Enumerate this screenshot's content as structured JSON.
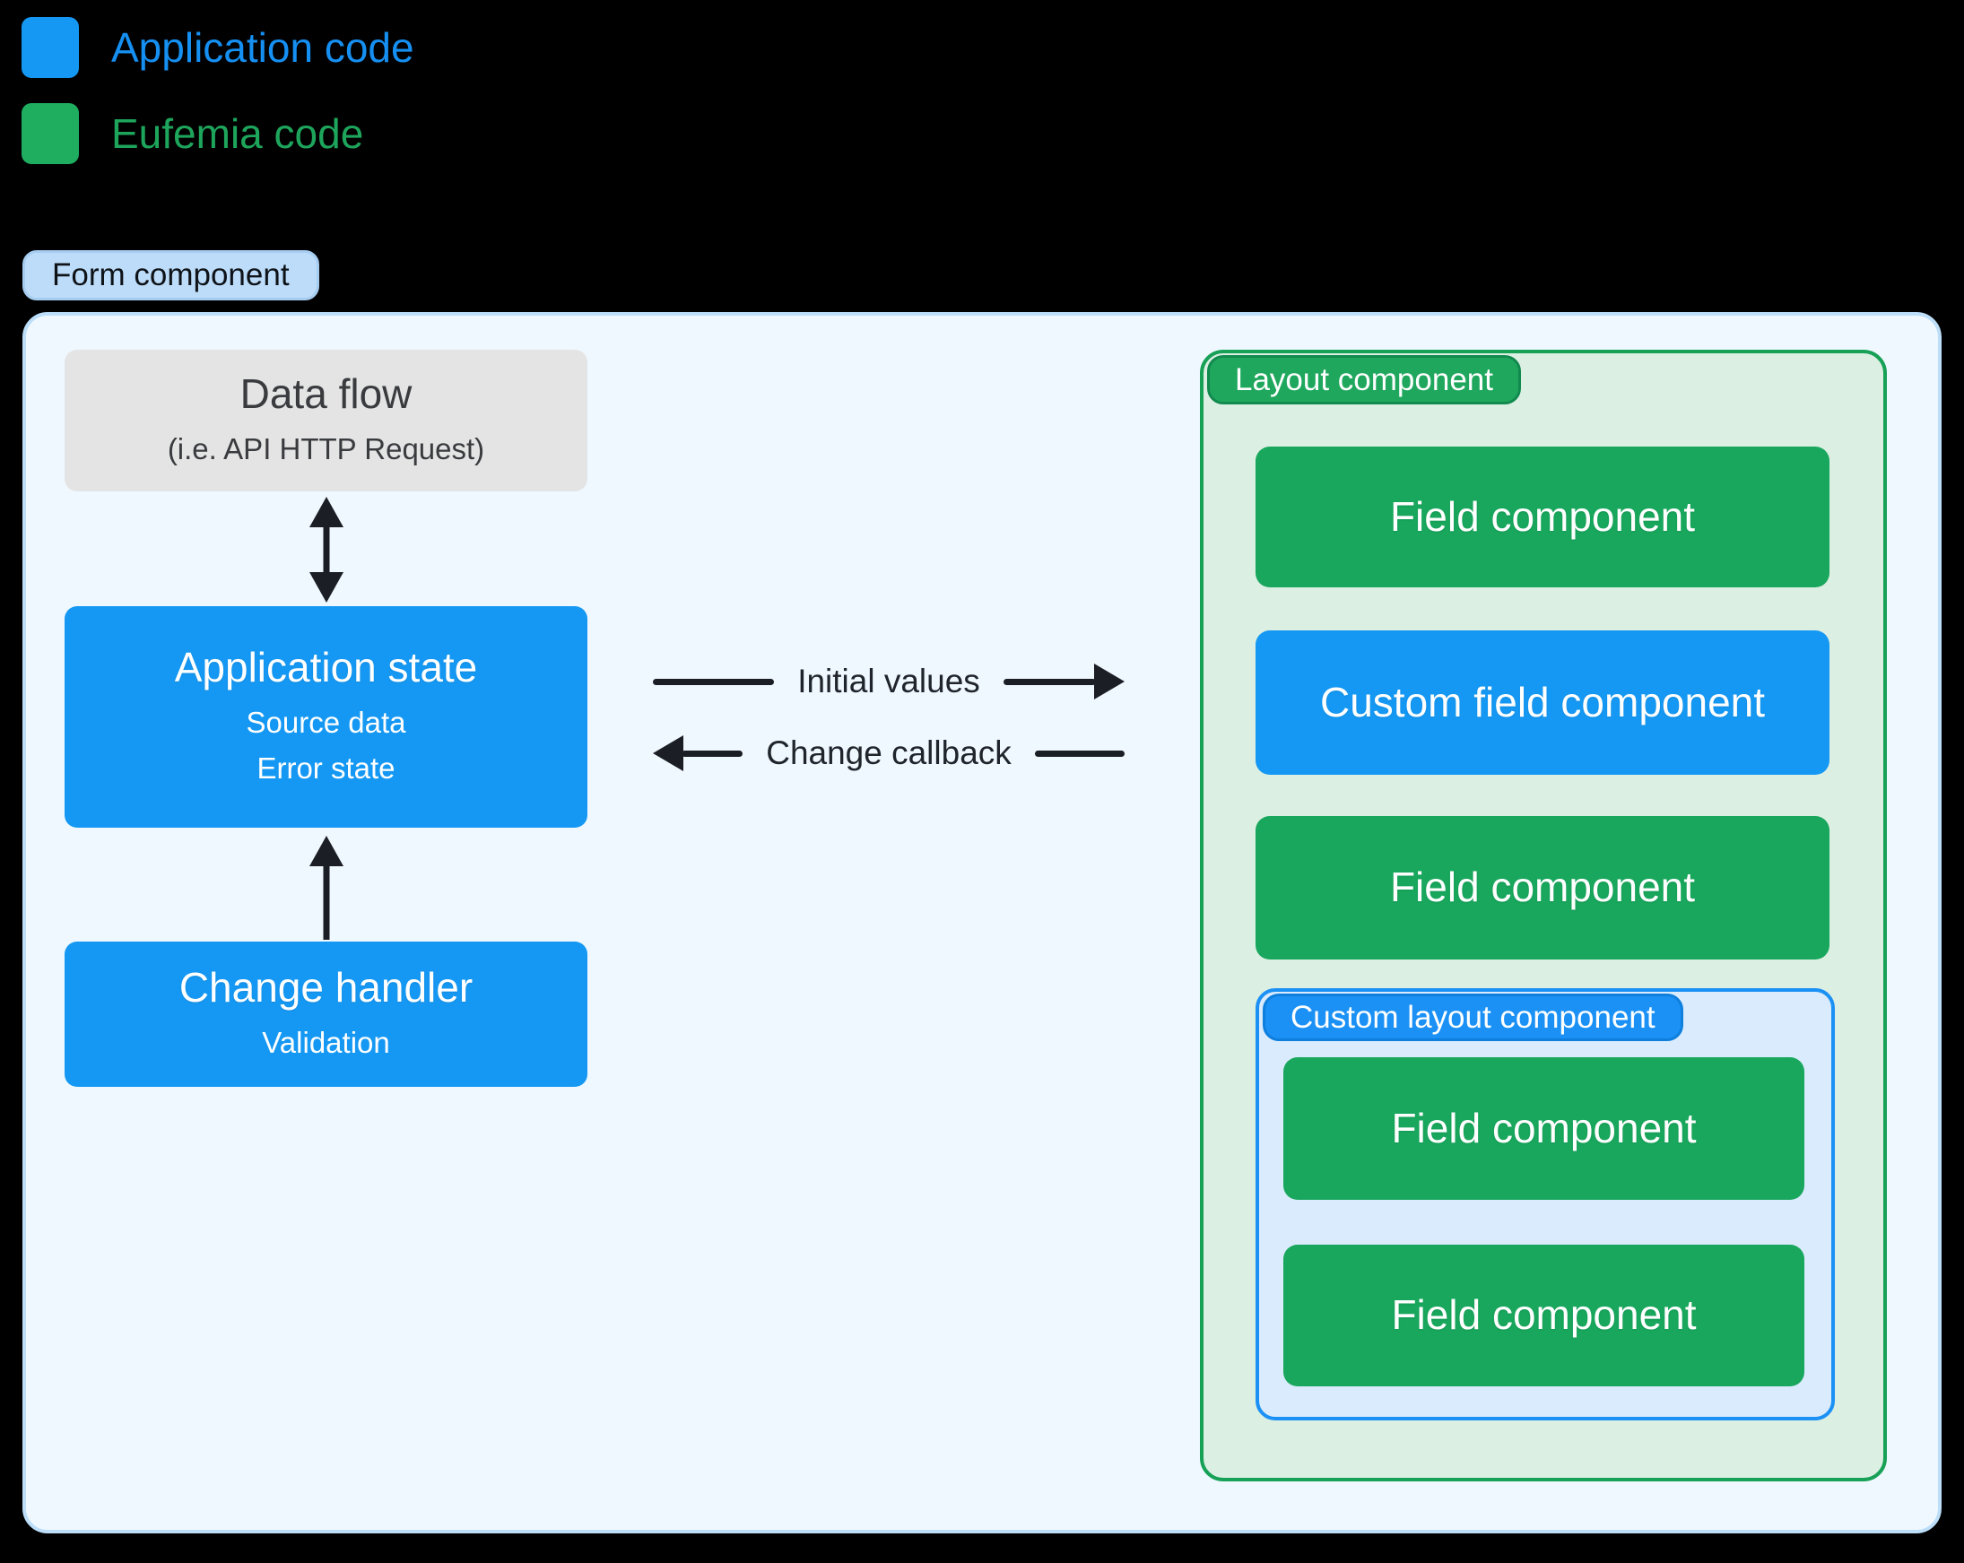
{
  "legend": {
    "items": [
      {
        "label": "Application code",
        "color": "#1598f3"
      },
      {
        "label": "Eufemia code",
        "color": "#1fad60"
      }
    ]
  },
  "form_component": {
    "label": "Form component",
    "data_flow": {
      "title": "Data flow",
      "subtitle": "(i.e. API HTTP Request)"
    },
    "application_state": {
      "title": "Application state",
      "line1": "Source data",
      "line2": "Error state"
    },
    "change_handler": {
      "title": "Change handler",
      "line1": "Validation"
    },
    "arrow_labels": {
      "to_layout": "Initial values",
      "to_state": "Change callback"
    },
    "layout_component": {
      "label": "Layout component",
      "boxes": [
        {
          "label": "Field component",
          "kind": "eufemia"
        },
        {
          "label": "Custom field component",
          "kind": "application"
        },
        {
          "label": "Field component",
          "kind": "eufemia"
        }
      ],
      "custom_layout_component": {
        "label": "Custom layout component",
        "boxes": [
          {
            "label": "Field component",
            "kind": "eufemia"
          },
          {
            "label": "Field component",
            "kind": "eufemia"
          }
        ]
      }
    }
  },
  "colors": {
    "application_code_blue": "#1598f3",
    "eufemia_code_green": "#1fad60",
    "eufemia_box_green": "#18a75c",
    "layout_border_green": "#17a157",
    "layout_bg_green": "#dcefe3",
    "custom_layout_border_blue": "#1b91f5",
    "custom_layout_bg_blue": "#d9ebfc",
    "form_bg": "#eff8fe",
    "form_border": "#bcdef8",
    "form_label_bg": "#bcdcf9",
    "neutral_box_gray": "#e4e4e5",
    "arrow_black": "#1b1e24",
    "page_background": "#000000"
  }
}
